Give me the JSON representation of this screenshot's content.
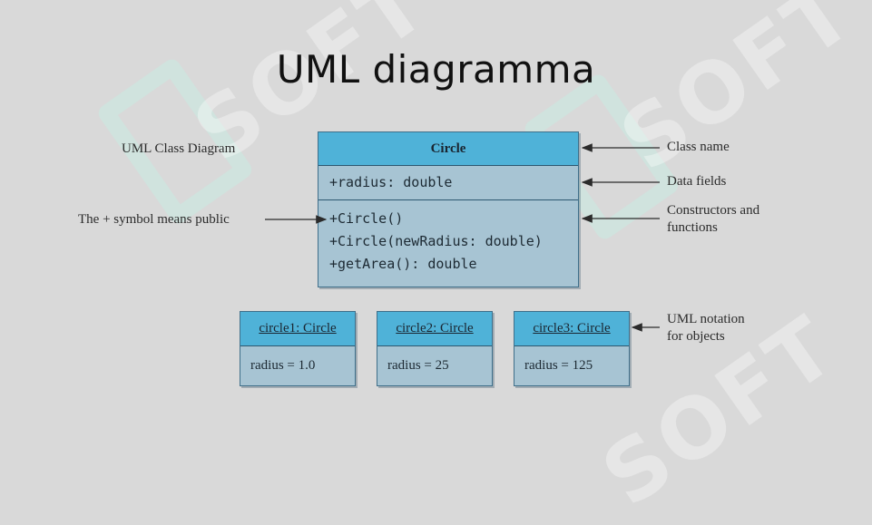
{
  "slide": {
    "title": "UML diagramma"
  },
  "watermark": {
    "text": "SOFT"
  },
  "diagram": {
    "class": {
      "name": "Circle",
      "fields": [
        "+radius: double"
      ],
      "methods": [
        "+Circle()",
        "+Circle(newRadius: double)",
        "+getArea(): double"
      ]
    },
    "objects": [
      {
        "name": "circle1: Circle",
        "value": "radius = 1.0"
      },
      {
        "name": "circle2: Circle",
        "value": "radius = 25"
      },
      {
        "name": "circle3: Circle",
        "value": "radius = 125"
      }
    ],
    "annotations": {
      "class_diagram": "UML Class Diagram",
      "plus_symbol": "The + symbol means public",
      "class_name": "Class name",
      "data_fields": "Data fields",
      "constructors_line1": "Constructors and",
      "constructors_line2": "functions",
      "objects_line1": "UML notation",
      "objects_line2": "for objects"
    },
    "colors": {
      "header": "#4fb2d8",
      "body": "#a7c4d3",
      "border": "#3f6f8a",
      "background": "#d9d9d9"
    }
  }
}
